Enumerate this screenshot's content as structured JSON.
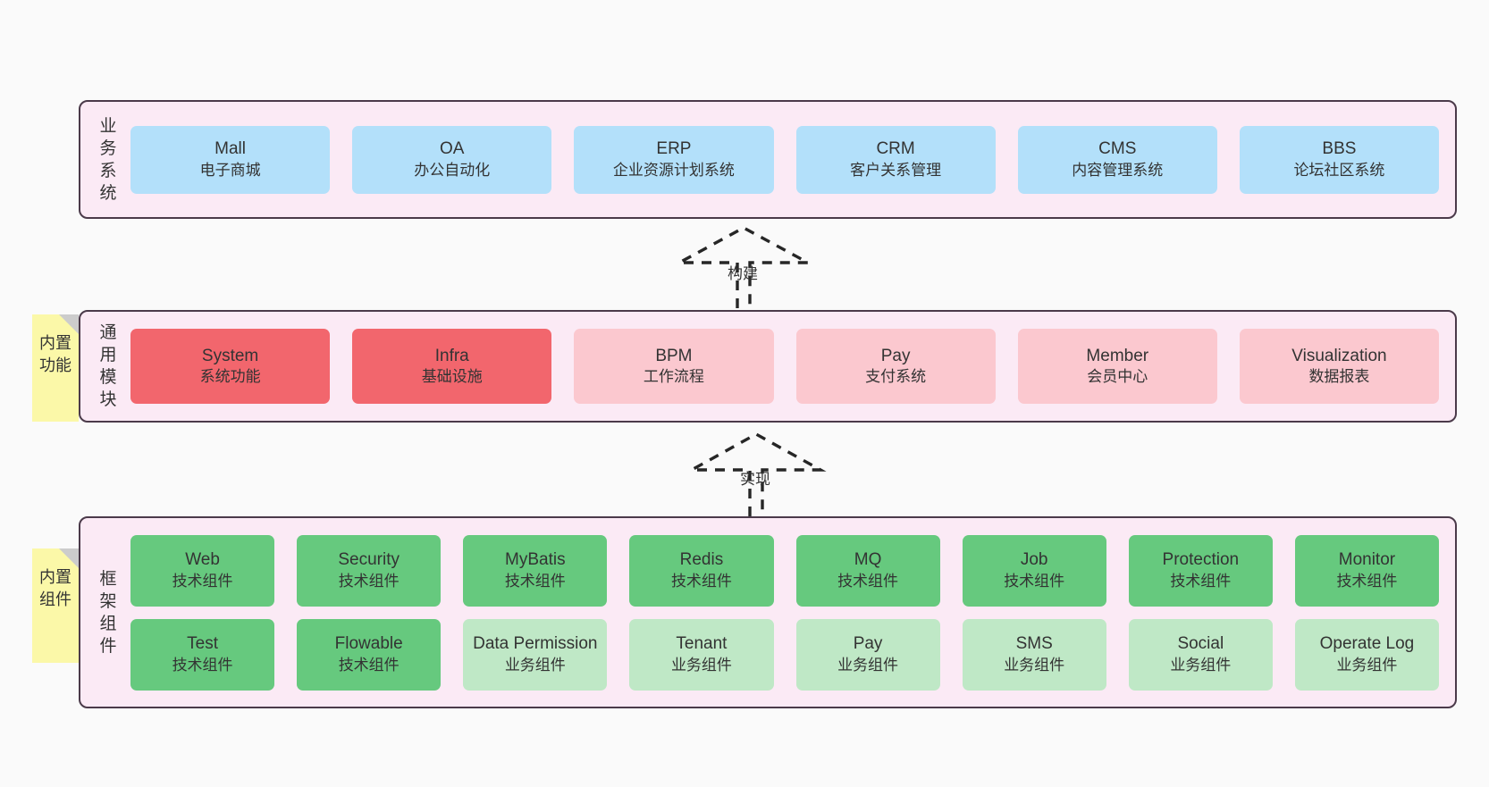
{
  "diagram": {
    "background": "#fafafa",
    "layer_fill": "#fbeaf5",
    "layer_border": "#4b3a4a",
    "sticky_fill": "#fbf8a8",
    "colors": {
      "blue": "#b3e0fa",
      "red": "#f2666d",
      "pink": "#fbc8cf",
      "green": "#66c97e",
      "light_green": "#bfe8c6"
    }
  },
  "layers": [
    {
      "id": "business",
      "title": "业务系统",
      "rows": [
        {
          "nodes": [
            {
              "title": "Mall",
              "sub": "电子商城",
              "color": "blue"
            },
            {
              "title": "OA",
              "sub": "办公自动化",
              "color": "blue"
            },
            {
              "title": "ERP",
              "sub": "企业资源计划系统",
              "color": "blue"
            },
            {
              "title": "CRM",
              "sub": "客户关系管理",
              "color": "blue"
            },
            {
              "title": "CMS",
              "sub": "内容管理系统",
              "color": "blue"
            },
            {
              "title": "BBS",
              "sub": "论坛社区系统",
              "color": "blue"
            }
          ]
        }
      ]
    },
    {
      "id": "common",
      "title": "通用模块",
      "rows": [
        {
          "nodes": [
            {
              "title": "System",
              "sub": "系统功能",
              "color": "red"
            },
            {
              "title": "Infra",
              "sub": "基础设施",
              "color": "red"
            },
            {
              "title": "BPM",
              "sub": "工作流程",
              "color": "pink"
            },
            {
              "title": "Pay",
              "sub": "支付系统",
              "color": "pink"
            },
            {
              "title": "Member",
              "sub": "会员中心",
              "color": "pink"
            },
            {
              "title": "Visualization",
              "sub": "数据报表",
              "color": "pink"
            }
          ]
        }
      ]
    },
    {
      "id": "framework",
      "title": "框架组件",
      "rows": [
        {
          "nodes": [
            {
              "title": "Web",
              "sub": "技术组件",
              "color": "green"
            },
            {
              "title": "Security",
              "sub": "技术组件",
              "color": "green"
            },
            {
              "title": "MyBatis",
              "sub": "技术组件",
              "color": "green"
            },
            {
              "title": "Redis",
              "sub": "技术组件",
              "color": "green"
            },
            {
              "title": "MQ",
              "sub": "技术组件",
              "color": "green"
            },
            {
              "title": "Job",
              "sub": "技术组件",
              "color": "green"
            },
            {
              "title": "Protection",
              "sub": "技术组件",
              "color": "green"
            },
            {
              "title": "Monitor",
              "sub": "技术组件",
              "color": "green"
            }
          ]
        },
        {
          "nodes": [
            {
              "title": "Test",
              "sub": "技术组件",
              "color": "green"
            },
            {
              "title": "Flowable",
              "sub": "技术组件",
              "color": "green"
            },
            {
              "title": "Data Permission",
              "sub": "业务组件",
              "color": "light_green",
              "wrap": true
            },
            {
              "title": "Tenant",
              "sub": "业务组件",
              "color": "light_green"
            },
            {
              "title": "Pay",
              "sub": "业务组件",
              "color": "light_green"
            },
            {
              "title": "SMS",
              "sub": "业务组件",
              "color": "light_green"
            },
            {
              "title": "Social",
              "sub": "业务组件",
              "color": "light_green"
            },
            {
              "title": "Operate Log",
              "sub": "业务组件",
              "color": "light_green"
            }
          ]
        }
      ]
    }
  ],
  "sticky_notes": [
    {
      "id": "common",
      "text": "内置功能"
    },
    {
      "id": "framework",
      "text": "内置组件"
    }
  ],
  "connectors": [
    {
      "id": "build",
      "label": "构建",
      "from": "common",
      "to": "business",
      "style": "dashed-hollow-arrow"
    },
    {
      "id": "impl",
      "label": "实现",
      "from": "framework",
      "to": "common",
      "style": "dashed-hollow-arrow"
    }
  ]
}
